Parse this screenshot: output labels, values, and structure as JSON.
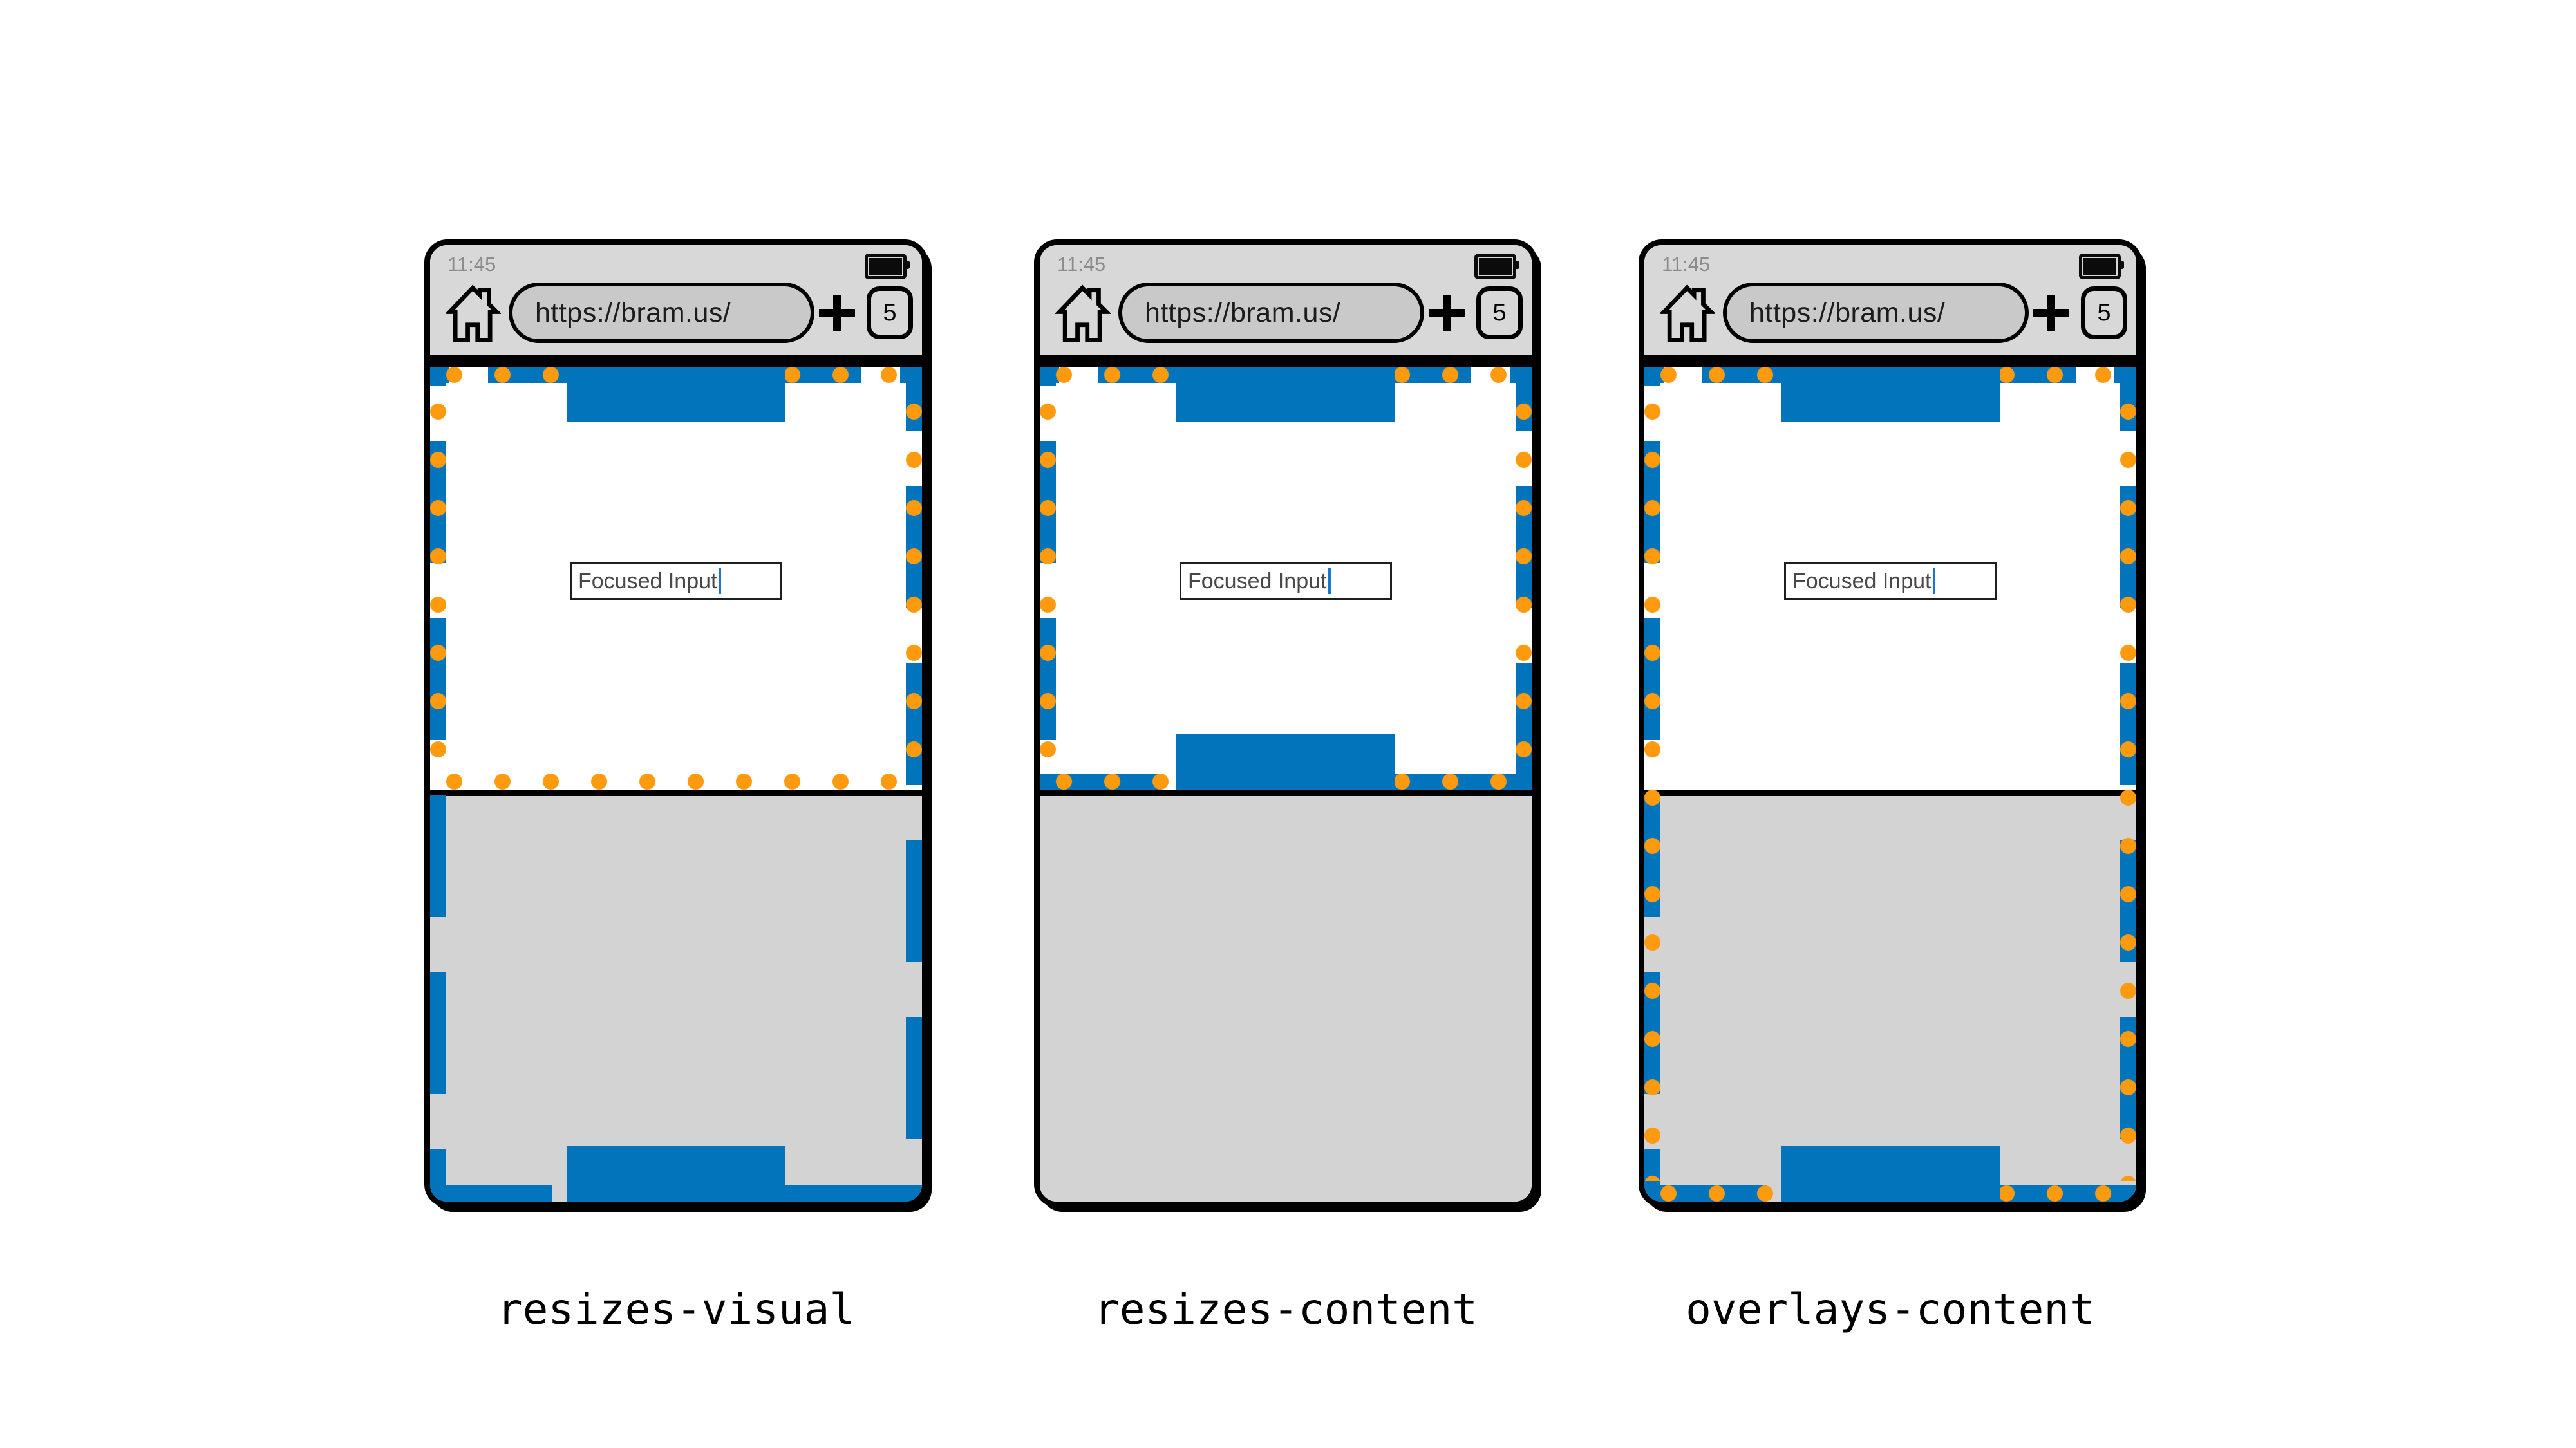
{
  "panels": [
    {
      "label": "resizes-visual"
    },
    {
      "label": "resizes-content"
    },
    {
      "label": "overlays-content"
    }
  ],
  "browser": {
    "status_time": "11:45",
    "url": "https://bram.us/",
    "tab_count": "5"
  },
  "page": {
    "input_value": "Focused Input"
  },
  "icons": {
    "home": "home-icon",
    "new_tab": "plus-icon",
    "battery": "battery-full-icon",
    "caret": "text-caret-icon"
  },
  "colors": {
    "viewport_blue": "#0274bc",
    "viewport_orange": "#fd9a0d",
    "chrome_gray": "#d8d8d8",
    "url_pill_gray": "#c9c9c9",
    "keyboard_gray": "#d3d3d3",
    "time_gray": "#8c8c8c",
    "caret_blue": "#1478d0",
    "ink": "#000000"
  }
}
